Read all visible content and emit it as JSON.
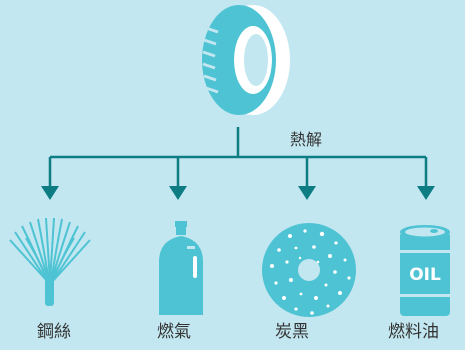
{
  "process_label": "熱解",
  "products": [
    {
      "label": "鋼絲",
      "icon": "steel-wire-icon"
    },
    {
      "label": "燃氣",
      "icon": "gas-cylinder-icon"
    },
    {
      "label": "炭黑",
      "icon": "carbon-black-icon"
    },
    {
      "label": "燃料油",
      "icon": "oil-drum-icon"
    }
  ],
  "oil_drum_text": "OIL",
  "colors": {
    "background": "#c2e7f0",
    "accent": "#4ec3d3",
    "line": "#0e7d83",
    "highlight": "#ffffff"
  }
}
